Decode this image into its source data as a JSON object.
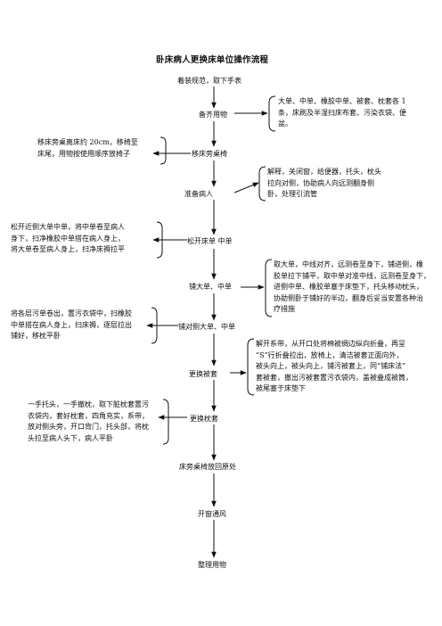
{
  "title": "卧床病人更换床单位操作流程",
  "steps": [
    "着装规范，取下手表",
    "备齐用物",
    "移床旁桌椅",
    "准备病人",
    "松开床单 中单",
    "铺大单、中单",
    "铺对侧大单、中单",
    "更换被套",
    "更换枕套",
    "床旁桌椅放回原处",
    "开窗通风",
    "整理用物"
  ],
  "notes": {
    "supplies": [
      "大单、中单、橡胶中单、被套、枕套各 1",
      "条，床刷及半湿扫床布套、污染衣袋、便",
      "盆。"
    ],
    "move_table": [
      "移床旁桌离床约 20cm，移椅至",
      "床尾，用物按使用顺序放椅子"
    ],
    "prepare_patient": [
      "解释，关闭窗，给便器，托头，枕头",
      "拉向对侧，协助病人向远测翻身侧",
      "卧，处理引流管"
    ],
    "loosen_sheet": [
      "松开近侧大单中单，将中单卷至病人",
      "身下，扫净橡胶中单搭在病人身上，",
      "将大单卷至病人身上，扫净床褥拉平"
    ],
    "lay_sheet": [
      "取大单，中线对齐，远测卷至身下，铺进侧，橡",
      "胶单拉下铺平，取中单对准中线，远测卷至身下，",
      "进侧中单、橡胶单塞于床垫下，托头移动枕头，",
      "协助侧卧于铺好的半边，翻身后妥当安置各种治",
      "疗措施"
    ],
    "lay_opposite": [
      "将各层污单卷出，置污衣袋中，扫橡胶",
      "中单搭在病人身上，扫床褥，逐层拉出",
      "铺好，移枕平卧"
    ],
    "change_duvet": [
      "解开系带，从开口处将棉被绸边纵向折叠，再呈",
      "“S”行折叠拉出，放椅上，清洁被套正面向外，",
      "被头向上，被头向上，铺污被套上，同“铺床法”",
      "套被套，撤出污被套置污衣袋内，盖被叠成被筒，",
      "被尾塞于床垫下"
    ],
    "change_pillow": [
      "一手托头，一手撤枕，取下脏枕套置污",
      "衣袋内，套好枕套，四角充实，系带，",
      "放对侧头旁，开口背门，托头部，将枕",
      "头拉至病人头下，病人平卧"
    ]
  }
}
